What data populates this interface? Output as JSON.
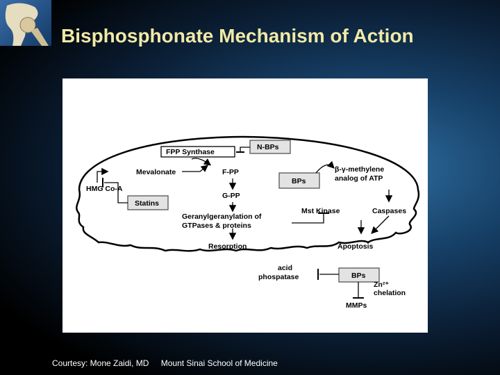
{
  "slide": {
    "title": "Bisphosphonate Mechanism of Action",
    "footer": {
      "courtesy": "Courtesy: Mone Zaidi, MD",
      "institution": "Mount Sinai School of Medicine"
    },
    "logo_icon": "hip-joint-icon"
  },
  "diagram": {
    "labels": {
      "fpp_synthase": "FPP Synthase",
      "n_bps": "N-BPs",
      "mevalonate": "Mevalonate",
      "f_pp": "F-PP",
      "hmg_coa": "HMG Co-A",
      "bps_top": "BPs",
      "atp_analog_1": "β-γ-methylene",
      "atp_analog_2": "analog of ATP",
      "g_pp": "G-PP",
      "statins": "Statins",
      "mst_kinase": "Mst Kinase",
      "caspases": "Caspases",
      "geranyl_1": "Geranylgeranylation of",
      "geranyl_2": "GTPases & proteins",
      "resorption": "Resorption",
      "apoptosis": "Apoptosis",
      "acid_1": "acid",
      "acid_2": "phospatase",
      "bps_bottom": "BPs",
      "zn_chelation_1": "Zn²⁺",
      "zn_chelation_2": "chelation",
      "mmps": "MMPs"
    }
  }
}
